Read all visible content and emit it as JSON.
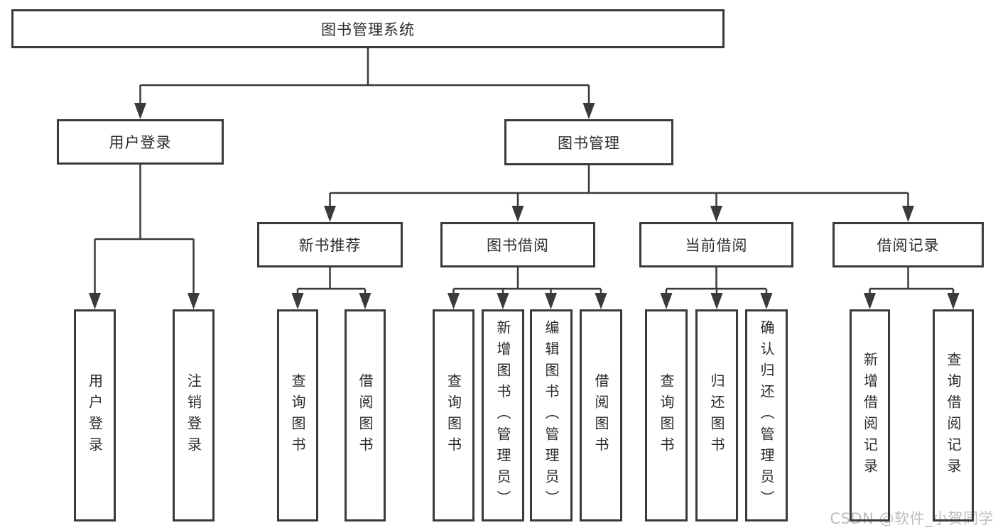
{
  "diagram": {
    "title": "图书管理系统",
    "root": {
      "label": "图书管理系统"
    },
    "user_login": {
      "label": "用户登录",
      "children": {
        "login": "用户登录",
        "logout": "注销登录"
      }
    },
    "book_mgmt": {
      "label": "图书管理",
      "new_book_rec": {
        "label": "新书推荐",
        "children": {
          "query": "查询图书",
          "borrow": "借阅图书"
        }
      },
      "book_borrow": {
        "label": "图书借阅",
        "children": {
          "query": "查询图书",
          "add": "新增图书（管理员）",
          "edit": "编辑图书（管理员）",
          "borrow": "借阅图书"
        }
      },
      "current_borrow": {
        "label": "当前借阅",
        "children": {
          "query": "查询图书",
          "return": "归还图书",
          "confirm": "确认归还（管理员）"
        }
      },
      "borrow_record": {
        "label": "借阅记录",
        "children": {
          "add": "新增借阅记录",
          "query": "查询借阅记录"
        }
      }
    }
  },
  "colors": {
    "line": "#3a3a3a",
    "text": "#2b2b2b",
    "watermark": "#b8b8b8"
  },
  "watermark": {
    "text": "CSDN @软件_小贺同学"
  }
}
